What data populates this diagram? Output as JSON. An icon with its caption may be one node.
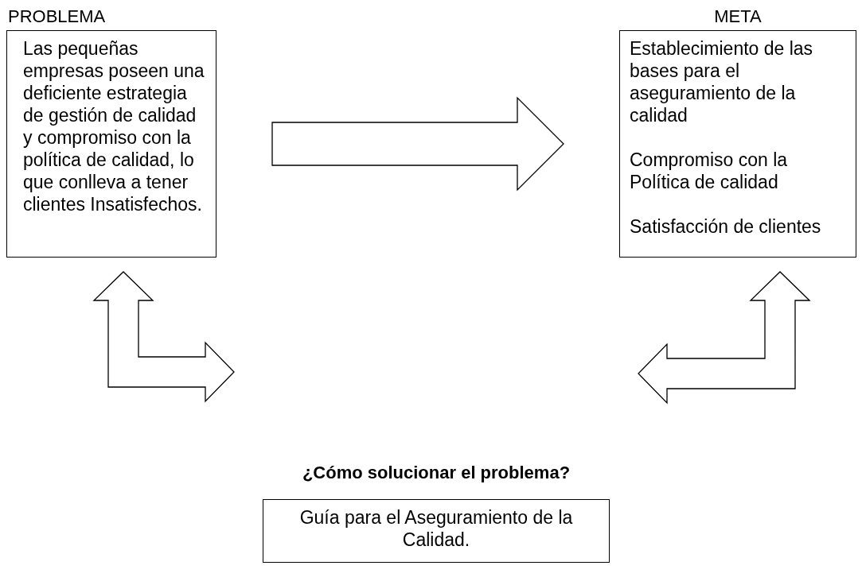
{
  "diagram": {
    "nodes": [
      {
        "text": [
          "PROBLEMA",
          "Las pequeñas empresas poseen una deficiente estrategia de gestión de calidad y  compromiso con la política de calidad, lo que conlleva a tener clientes Insatisfechos."
        ]
      },
      {
        "text": [
          "META",
          "Establecimiento de las bases para el aseguramiento de la calidad",
          "Compromiso con la Política de calidad",
          "Satisfacción de clientes"
        ]
      },
      {
        "text": [
          "¿Cómo solucionar el problema?",
          "Guía para el Aseguramiento de la Calidad."
        ]
      }
    ],
    "edges": [
      {
        "from": 0,
        "to": 1,
        "arrow": "to"
      },
      {
        "from": 0,
        "to": 2,
        "arrow": "both"
      },
      {
        "from": 1,
        "to": 2,
        "arrow": "both"
      }
    ]
  }
}
